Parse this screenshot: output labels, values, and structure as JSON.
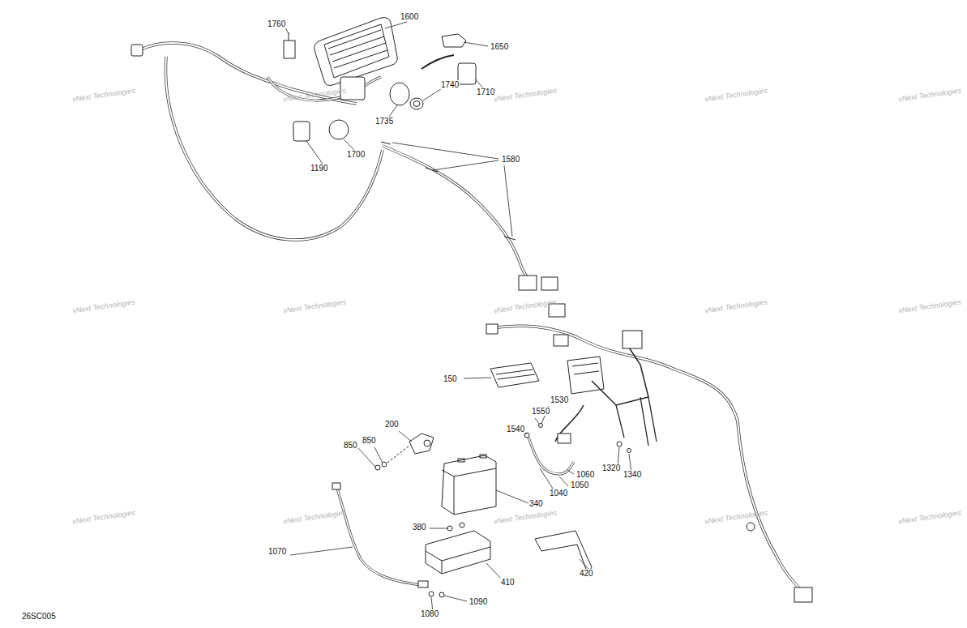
{
  "diagram": {
    "labels": [
      "1760",
      "1600",
      "1650",
      "1740",
      "1710",
      "1735",
      "1190",
      "1700",
      "1580",
      "150",
      "1530",
      "1550",
      "1540",
      "200",
      "850",
      "850",
      "1060",
      "1050",
      "1040",
      "1320",
      "1340",
      "340",
      "380",
      "410",
      "420",
      "1070",
      "1090",
      "1080",
      "26SC005",
      "vNext Technologies",
      "vNext Technologies",
      "vNext Technologies",
      "vNext Technologies",
      "vNext Technologies",
      "vNext Technologies",
      "vNext Technologies",
      "vNext Technologies",
      "vNext Technologies",
      "vNext Technologies",
      "vNext Technologies",
      "vNext Technologies",
      "vNext Technologies",
      "vNext Technologies",
      "vNext Technologies"
    ]
  }
}
